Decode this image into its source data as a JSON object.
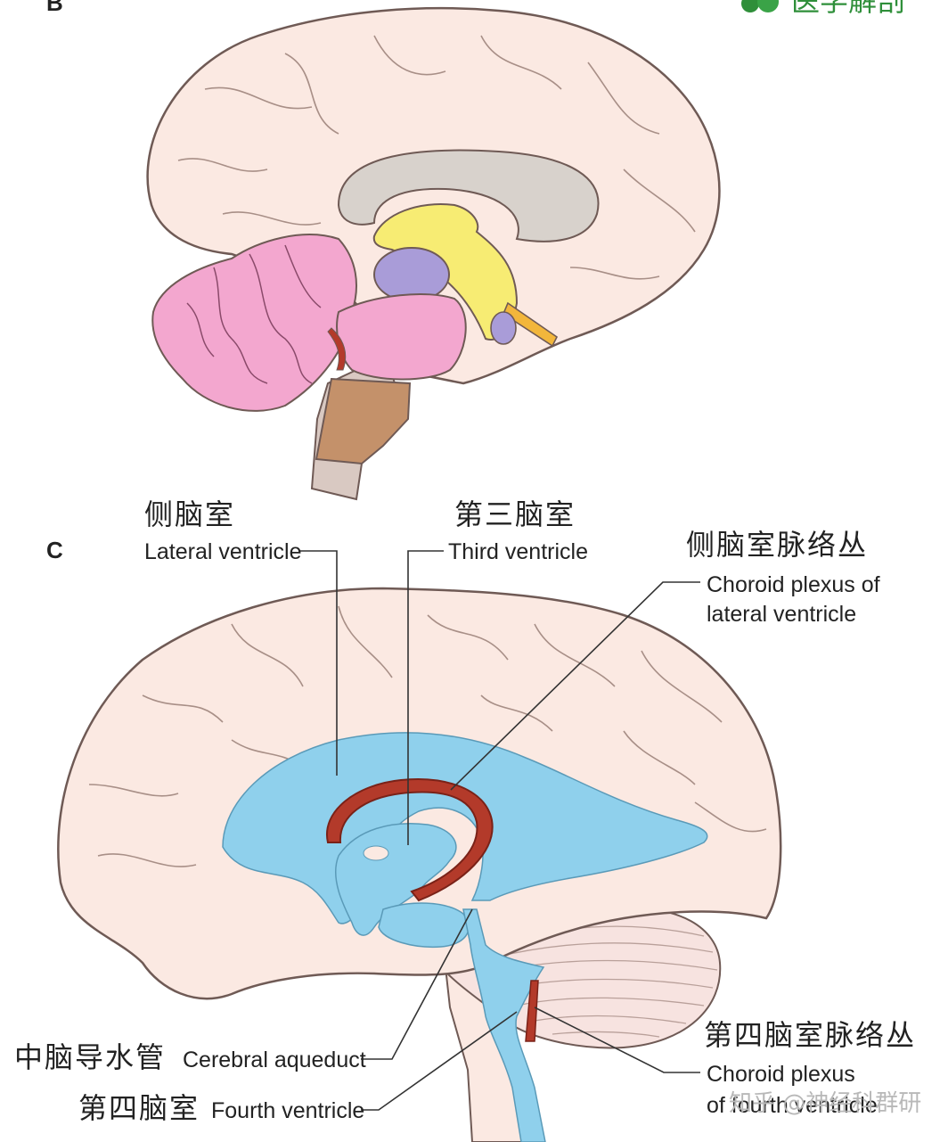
{
  "panel_b": {
    "letter": "B"
  },
  "panel_c": {
    "letter": "C"
  },
  "watermark_top": "医学解剖",
  "watermark_bottom": "知乎 @神经科群研",
  "labels": {
    "lateral_ventricle": {
      "zh": "侧脑室",
      "en": "Lateral ventricle"
    },
    "third_ventricle": {
      "zh": "第三脑室",
      "en": "Third ventricle"
    },
    "choroid_lateral": {
      "zh": "侧脑室脉络丛",
      "en_line1": "Choroid plexus of",
      "en_line2": "lateral ventricle"
    },
    "aqueduct": {
      "zh": "中脑导水管",
      "en": "Cerebral aqueduct"
    },
    "fourth_ventricle": {
      "zh": "第四脑室",
      "en": "Fourth ventricle"
    },
    "choroid_fourth": {
      "zh": "第四脑室脉络丛",
      "en_line1": "Choroid plexus",
      "en_line2": "of fourth ventricle"
    }
  },
  "colors": {
    "brain": "#fbe9e2",
    "outline": "#6f5a55",
    "ventricle": "#8fd0ec",
    "choroid": "#b33a2a",
    "yellow": "#f7ec73",
    "purple": "#a99cd8",
    "pink": "#f3a7cf",
    "brainstem": "#c4916a",
    "callosum": "#d8d2cc"
  }
}
